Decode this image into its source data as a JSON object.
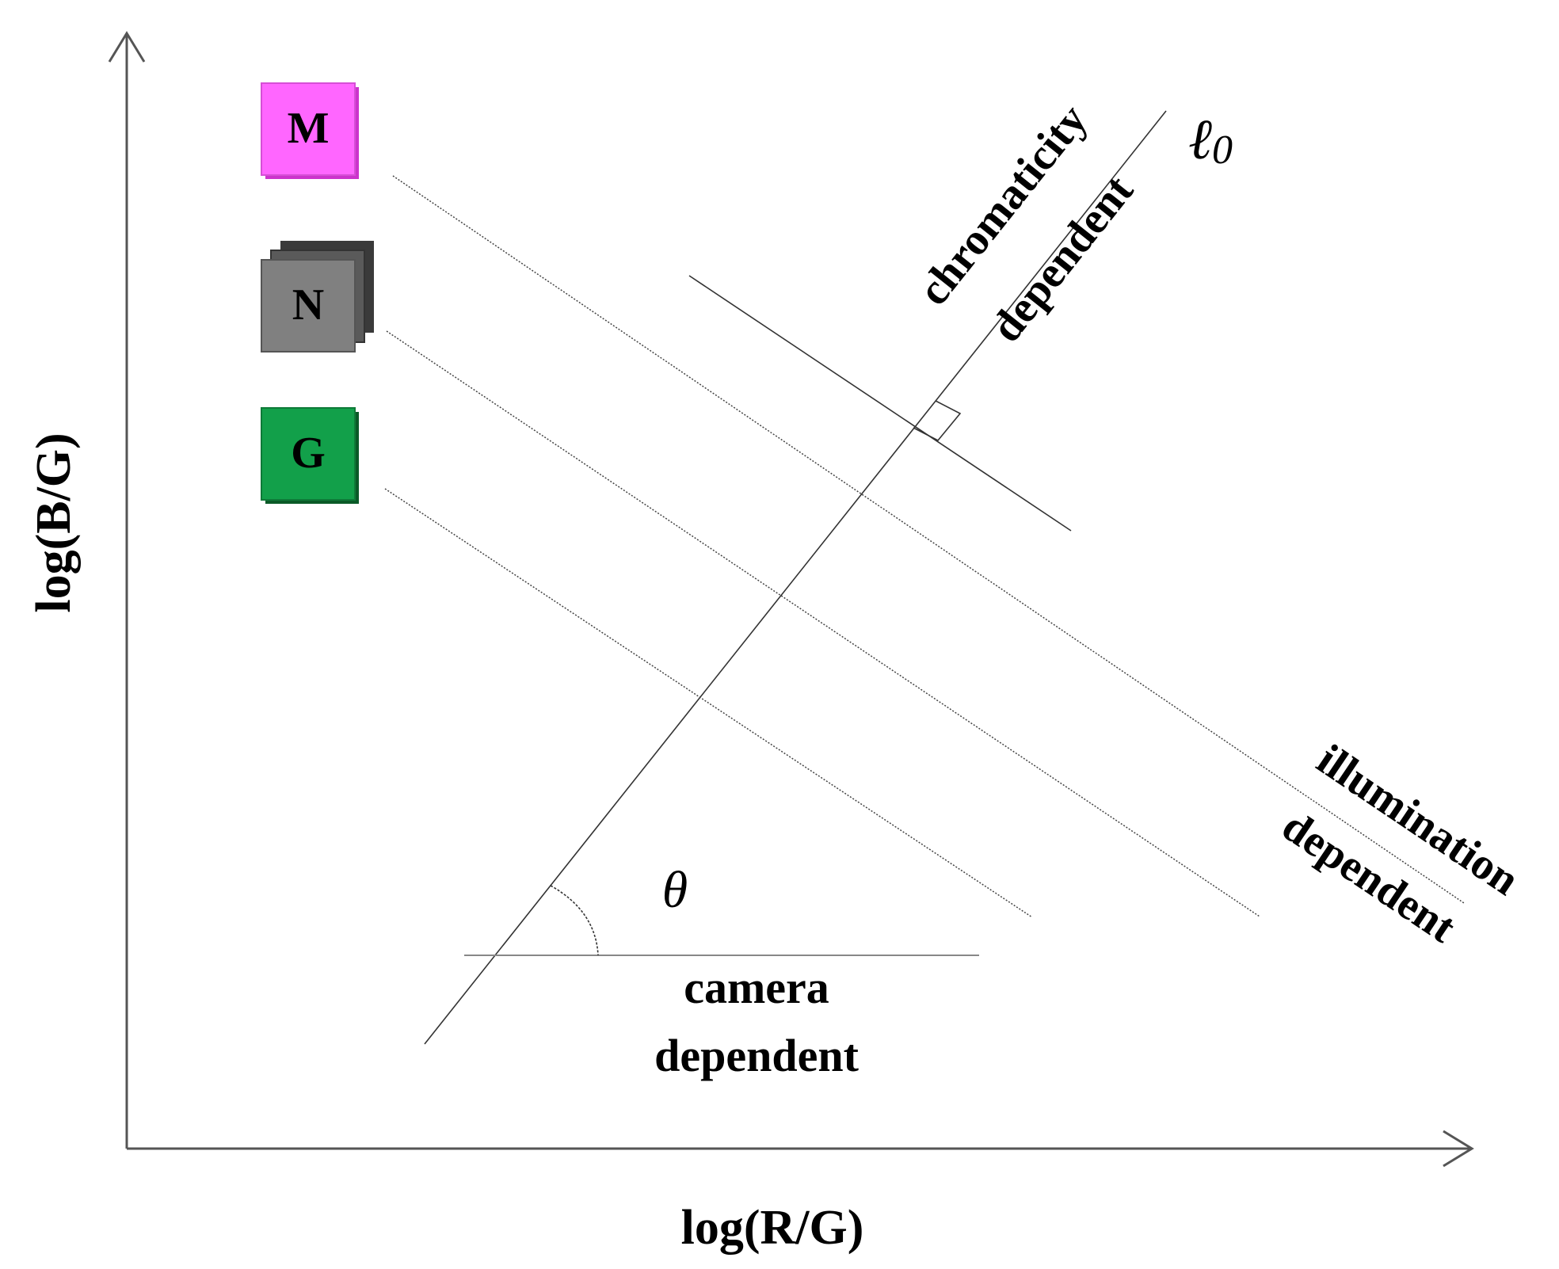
{
  "axes": {
    "x_label": "log(R/G)",
    "y_label": "log(B/G)"
  },
  "patches": [
    {
      "letter": "M",
      "color": "#ff66ff",
      "shadow": "#cc33cc",
      "stacked": false
    },
    {
      "letter": "N",
      "color": "#808080",
      "shadow": "#404040",
      "stacked": true
    },
    {
      "letter": "G",
      "color": "#12a04a",
      "shadow": "#0a5a28",
      "stacked": false
    }
  ],
  "line_l0": {
    "symbol": "ℓ0",
    "label_line1": "chromaticity",
    "label_line2": "dependent"
  },
  "illumination": {
    "label_line1": "illumination",
    "label_line2": "dependent"
  },
  "camera": {
    "angle_symbol": "θ",
    "label_line1": "camera",
    "label_line2": "dependent"
  },
  "colors": {
    "axis": "#555555",
    "line": "#333333",
    "dotted": "#444444",
    "baseline": "#888888"
  }
}
